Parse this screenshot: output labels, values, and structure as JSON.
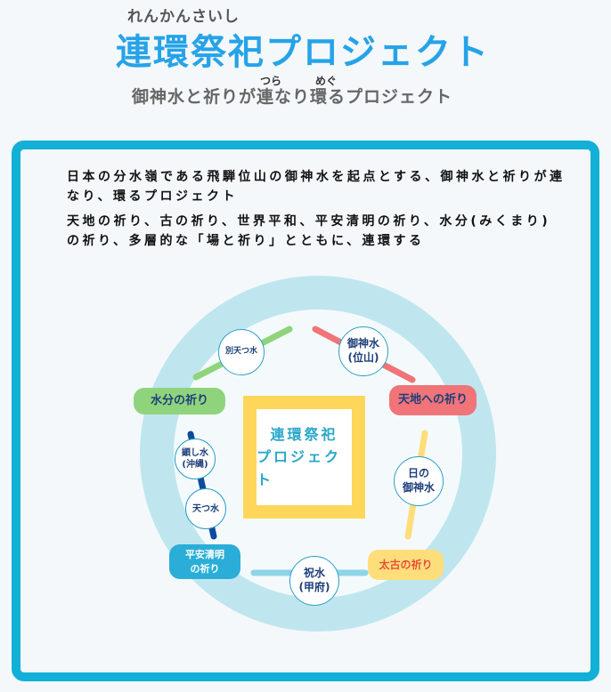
{
  "header": {
    "ruby_title": "れんかんさいし",
    "title": "連環祭祀プロジェクト",
    "ruby_tsura": "つら",
    "ruby_megu": "めぐ",
    "subtitle": "御神水と祈りが連なり環るプロジェクト"
  },
  "description": [
    "日本の分水嶺である飛騨位山の御神水を起点とする、御神水と祈りが連なり、環るプロジェクト",
    "天地の祈り、古の祈り、世界平和、平安清明の祈り、水分(みくまり)の祈り、多層的な「場と祈り」とともに、連環する"
  ],
  "diagram": {
    "center": [
      "連環祭祀",
      "プロジェクト"
    ],
    "prayers": {
      "mikumari": "水分の祈り",
      "tenchi": "天地への祈り",
      "taiko": "太古の祈り",
      "heian": [
        "平安清明",
        "の祈り"
      ]
    },
    "waters": {
      "betsuamatsu": "別天つ水",
      "kurai": [
        "御神水",
        "(位山)"
      ],
      "hi": [
        "日の",
        "御神水"
      ],
      "iwai": [
        "祝水",
        "(甲府)"
      ],
      "amatsu": "天つ水",
      "utsushi": [
        "顕し水",
        "(沖縄)"
      ]
    },
    "colors": {
      "ring": "#bfe6ef",
      "border": "#12b0d6",
      "green": "#8fd47c",
      "pink": "#f07478",
      "yellow": "#fdde7a",
      "blue": "#2aaed8",
      "navy": "#0d4aa0"
    }
  }
}
